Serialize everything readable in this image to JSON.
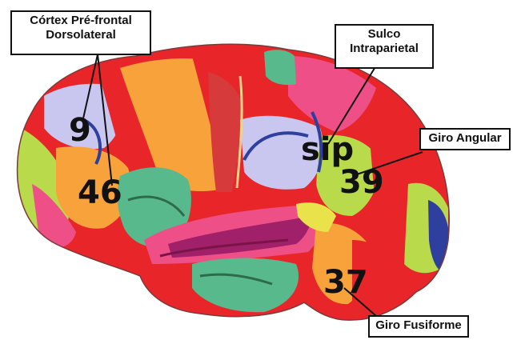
{
  "labels": {
    "dlpfc_line1": "Córtex Pré-frontal",
    "dlpfc_line2": "Dorsolateral",
    "ips_line1": "Sulco",
    "ips_line2": "Intraparietal",
    "angular": "Giro Angular",
    "fusiform": "Giro Fusiforme"
  },
  "areas": {
    "a9": "9",
    "a46": "46",
    "sip": "sip",
    "a39": "39",
    "a37": "37"
  },
  "colors": {
    "red": "#e8262a",
    "orange": "#f7a23a",
    "yellow": "#e9e24a",
    "green_yellow": "#b9da4a",
    "teal": "#57b98c",
    "lavender": "#c9c6ef",
    "blue": "#2e3f9e",
    "pink": "#ef4f87",
    "magenta": "#d0257a"
  }
}
